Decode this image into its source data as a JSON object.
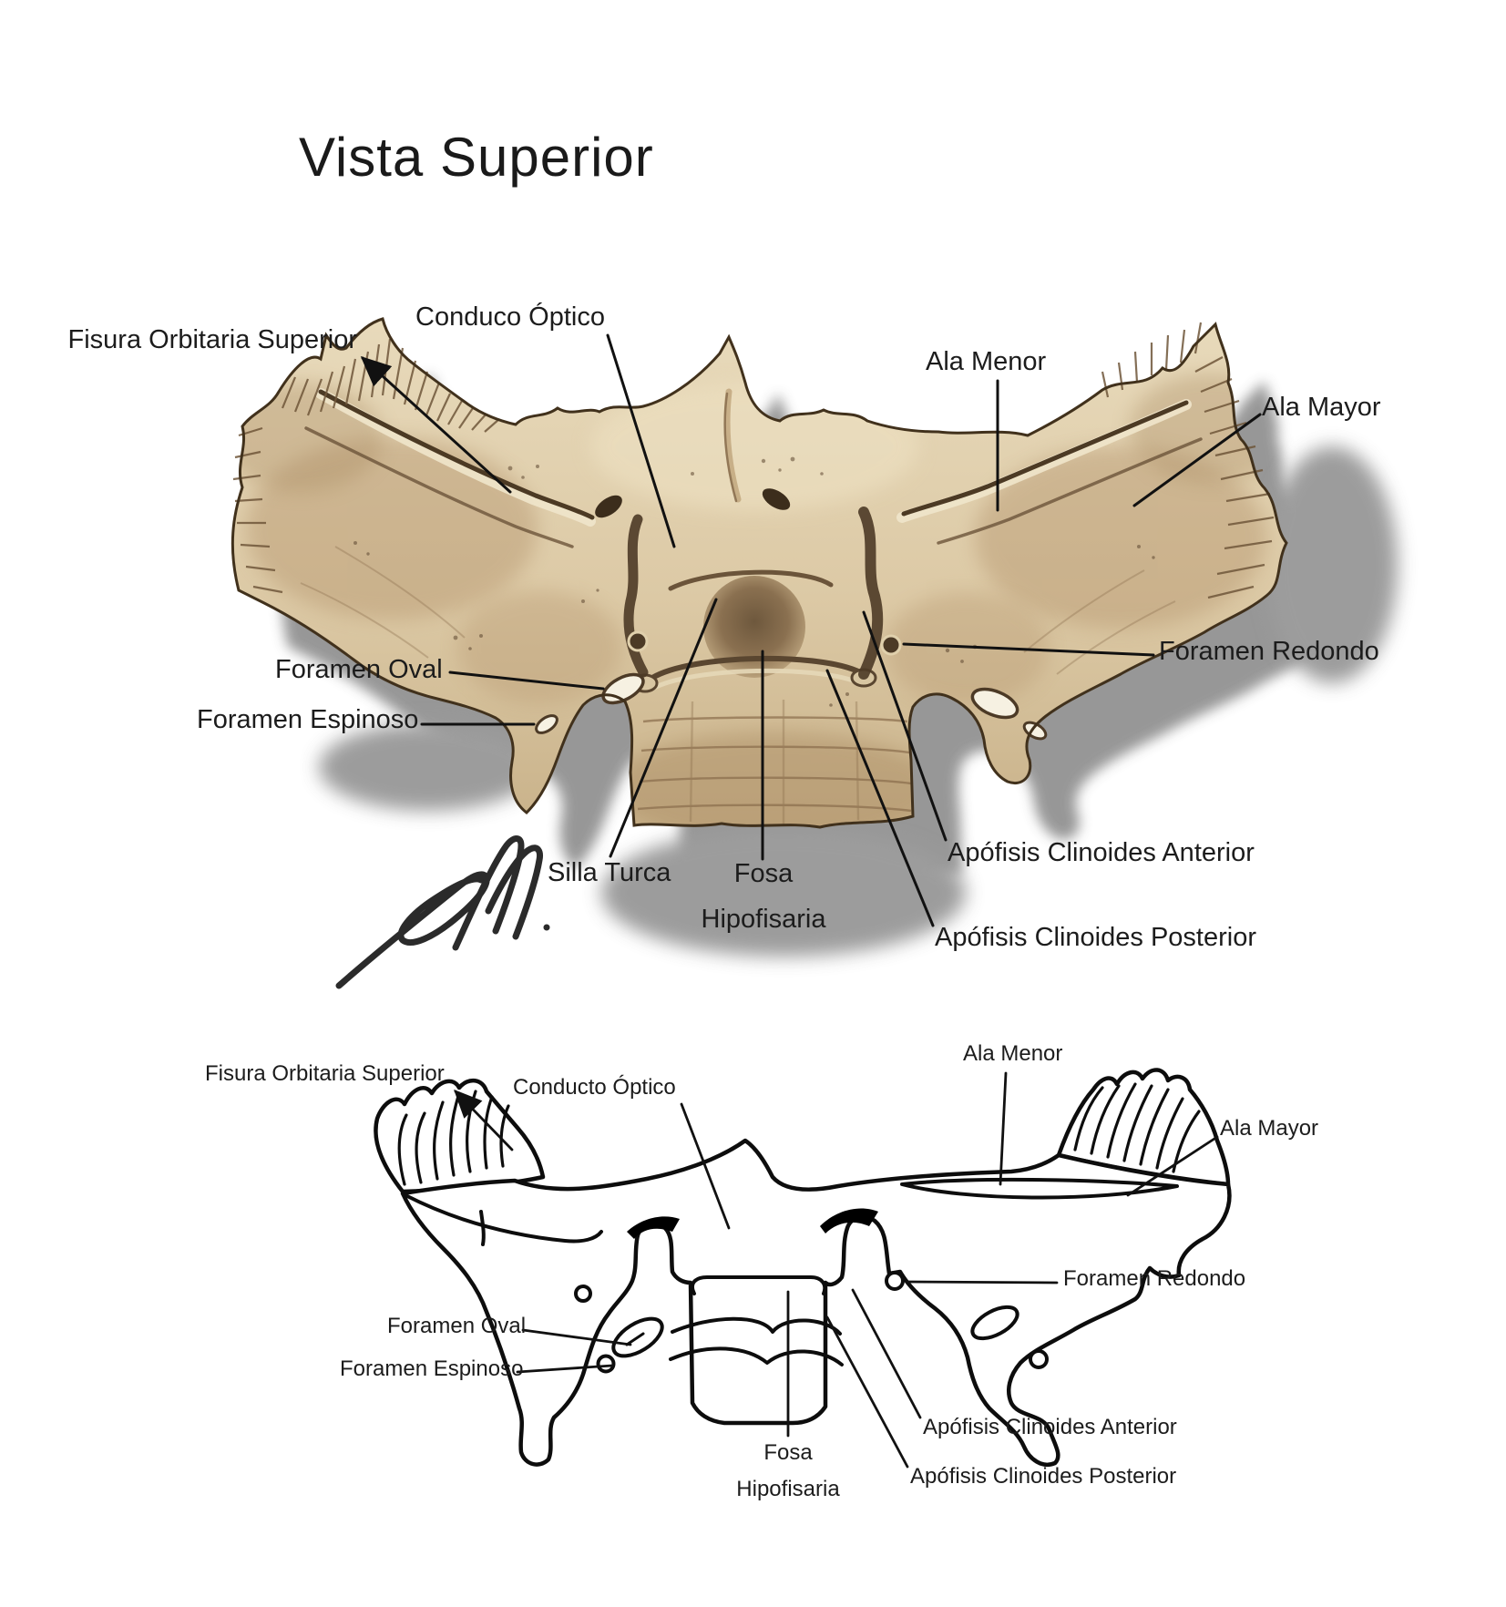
{
  "title": "Vista Superior",
  "colors": {
    "bone_light": "#e4d4b4",
    "bone_mid": "#cdb691",
    "bone_shade": "#a9895f",
    "bone_dark": "#5d4730",
    "outline_brown": "#41311c",
    "cast_shadow": "#8e8e8e",
    "line_black": "#111111",
    "label_text": "#1c1c1c"
  },
  "top_diagram": {
    "name": "Ilustración a color del hueso esfenoides",
    "labels": {
      "fisura_orbitaria_superior": "Fisura Orbitaria Superior",
      "conducto_optico": "Conduco Óptico",
      "ala_menor": "Ala Menor",
      "ala_mayor": "Ala Mayor",
      "foramen_redondo": "Foramen Redondo",
      "foramen_oval": "Foramen Oval",
      "foramen_espinoso": "Foramen Espinoso",
      "silla_turca": "Silla Turca",
      "fosa_hipofisaria_line1": "Fosa",
      "fosa_hipofisaria_line2": "Hipofisaria",
      "apofisis_clinoides_anterior": "Apófisis Clinoides Anterior",
      "apofisis_clinoides_posterior": "Apófisis Clinoides Posterior"
    }
  },
  "bottom_diagram": {
    "name": "Dibujo lineal del hueso esfenoides",
    "labels": {
      "fisura_orbitaria_superior": "Fisura Orbitaria Superior",
      "conducto_optico": "Conducto Óptico",
      "ala_menor": "Ala Menor",
      "ala_mayor": "Ala Mayor",
      "foramen_redondo": "Foramen Redondo",
      "foramen_oval": "Foramen Oval",
      "foramen_espinoso": "Foramen Espinoso",
      "fosa_hipofisaria_line1": "Fosa",
      "fosa_hipofisaria_line2": "Hipofisaria",
      "apofisis_clinoides_anterior": "Apófisis Clinoides Anterior",
      "apofisis_clinoides_posterior": "Apófisis Clinoides Posterior"
    }
  }
}
